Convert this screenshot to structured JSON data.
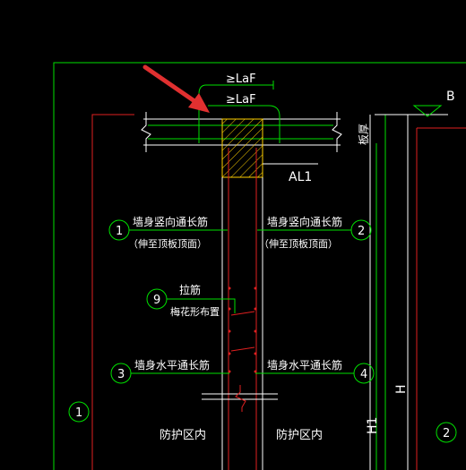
{
  "colors": {
    "background": "#000000",
    "green": "#00e000",
    "red": "#e02020",
    "white": "#ffffff",
    "yellow": "#ffd000",
    "arrow": "#e03030"
  },
  "dimensions": {
    "laf_upper": "≥LaF",
    "laf_lower": "≥LaF",
    "slab_thickness": "板厚",
    "beam_label": "AL1",
    "level_b": "B",
    "h": "H",
    "h1": "H1"
  },
  "callouts": {
    "c1_number": "1",
    "c1_line1": "墙身竖向通长筋",
    "c1_line2": "（伸至顶板顶面）",
    "c2_number": "2",
    "c2_line1": "墙身竖向通长筋",
    "c2_line2": "（伸至顶板顶面）",
    "c9_number": "9",
    "c9_line1": "拉筋",
    "c9_line2": "梅花形布置",
    "c3_number": "3",
    "c3_line1": "墙身水平通长筋",
    "c4_number": "4",
    "c4_line1": "墙身水平通长筋",
    "left_marker": "1",
    "right_marker": "2"
  },
  "zones": {
    "left": "防护区内",
    "right": "防护区内"
  }
}
